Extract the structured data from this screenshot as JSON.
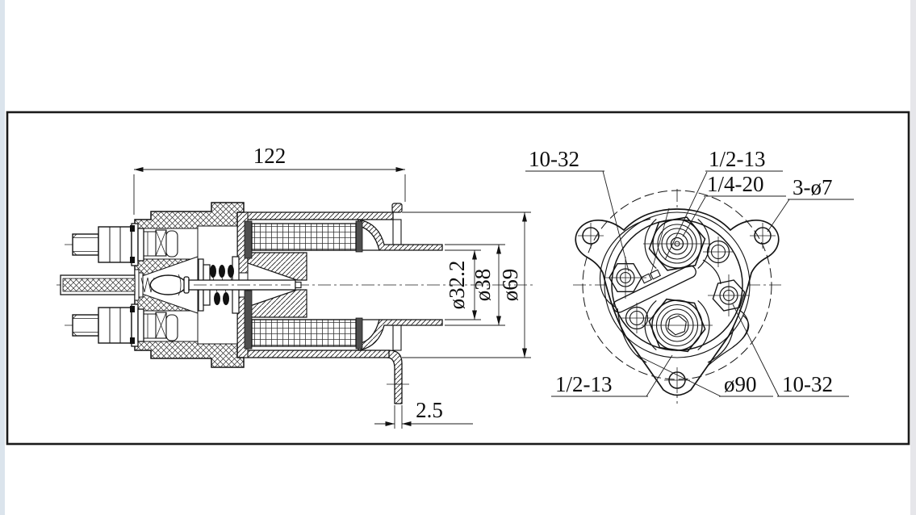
{
  "page": {
    "background": "#ffffff",
    "left_strip_color": "#dbe4ec",
    "right_strip_color": "#e6e6ea",
    "frame_color": "#1a1a1a",
    "line_color": "#141414"
  },
  "drawing": {
    "type": "engineering-drawing",
    "subject": "solenoid switch, side section view and end view",
    "labels": {
      "overall_length": "122",
      "bore_diameter": "ø32.2",
      "snout_diameter": "ø38",
      "case_diameter": "ø69",
      "bracket_thickness": "2.5",
      "coil_terminal_top_left": "10-32",
      "battery_stud_top": "1/2-13",
      "auxiliary_stud_top": "1/4-20",
      "mounting_holes": "3-ø7",
      "battery_stud_bottom": "1/2-13",
      "bolt_circle_diameter": "ø90",
      "coil_terminal_bottom_right": "10-32"
    }
  }
}
